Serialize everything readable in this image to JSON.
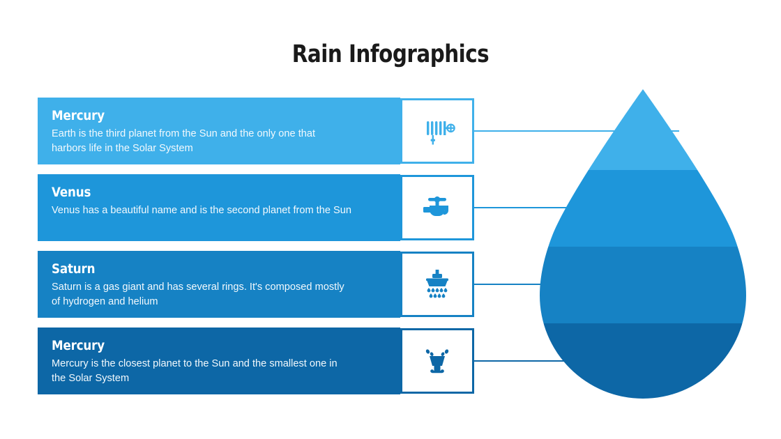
{
  "title": "Rain Infographics",
  "theme": {
    "background": "#ffffff",
    "title_color": "#1a1a1a",
    "band_colors": [
      "#3fb0ea",
      "#1e96da",
      "#1682c4",
      "#0d67a6"
    ]
  },
  "rows": [
    {
      "title": "Mercury",
      "description": "Earth is the third planet from the Sun and the only one that harbors life in the Solar System",
      "icon": "fire-hose-reel-icon",
      "color": "#3fb0ea",
      "connector_width": 294
    },
    {
      "title": "Venus",
      "description": "Venus has a beautiful name and is the second planet from the Sun",
      "icon": "faucet-tap-icon",
      "color": "#1e96da",
      "connector_width": 210
    },
    {
      "title": "Saturn",
      "description": "Saturn is a gas giant and has several rings. It's composed mostly of hydrogen and helium",
      "icon": "shower-head-icon",
      "color": "#1682c4",
      "connector_width": 168
    },
    {
      "title": "Mercury",
      "description": "Mercury is the closest planet to the Sun and the smallest one in the Solar System",
      "icon": "splashing-bucket-icon",
      "color": "#0d67a6",
      "connector_width": 196
    }
  ],
  "droplet": {
    "name": "water-droplet-chart",
    "bands": [
      {
        "label": "band-1",
        "color": "#3fb0ea"
      },
      {
        "label": "band-2",
        "color": "#1e96da"
      },
      {
        "label": "band-3",
        "color": "#1682c4"
      },
      {
        "label": "band-4",
        "color": "#0d67a6"
      }
    ]
  }
}
